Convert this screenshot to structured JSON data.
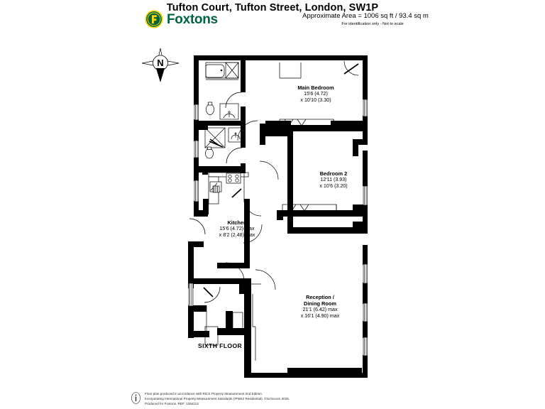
{
  "header": {
    "title": "Tufton Court, Tufton Street, London, SW1P",
    "brand": "Foxtons",
    "brand_color": "#006341",
    "brand_accent": "#F5D800",
    "area_line": "Approximate Area = 1006 sq ft / 93.4 sq m",
    "area_disclaimer": "For identification only - Not to scale"
  },
  "compass": {
    "label": "N"
  },
  "plan": {
    "floor_label": "SIXTH FLOOR",
    "wall_color": "#000000",
    "rooms": [
      {
        "id": "main-bedroom",
        "name": "Main Bedroom",
        "dim_1": "15'6 (4.72)",
        "dim_2": "x 10'10 (3.30)"
      },
      {
        "id": "bedroom-2",
        "name": "Bedroom 2",
        "dim_1": "12'11 (3.93)",
        "dim_2": "x 10'6 (3.20)"
      },
      {
        "id": "kitchen",
        "name": "Kitchen",
        "dim_1": "15'6 (4.72) max",
        "dim_2": "x 8'2 (2.48) max"
      },
      {
        "id": "reception-dining",
        "name": "Reception /",
        "name_2": "Dining Room",
        "dim_1": "21'1 (6.42) max",
        "dim_2": "x 16'1 (4.90) max"
      }
    ]
  },
  "footer": {
    "line_1": "Floor plan produced in accordance with RICS Property Measurement 2nd Edition.",
    "line_2": "Incorporating International Property Measurement Standards (IPMS2 Residential).  ©nichecom 2025.",
    "line_3": "Produced for Foxtons.   REF: 1364113"
  }
}
